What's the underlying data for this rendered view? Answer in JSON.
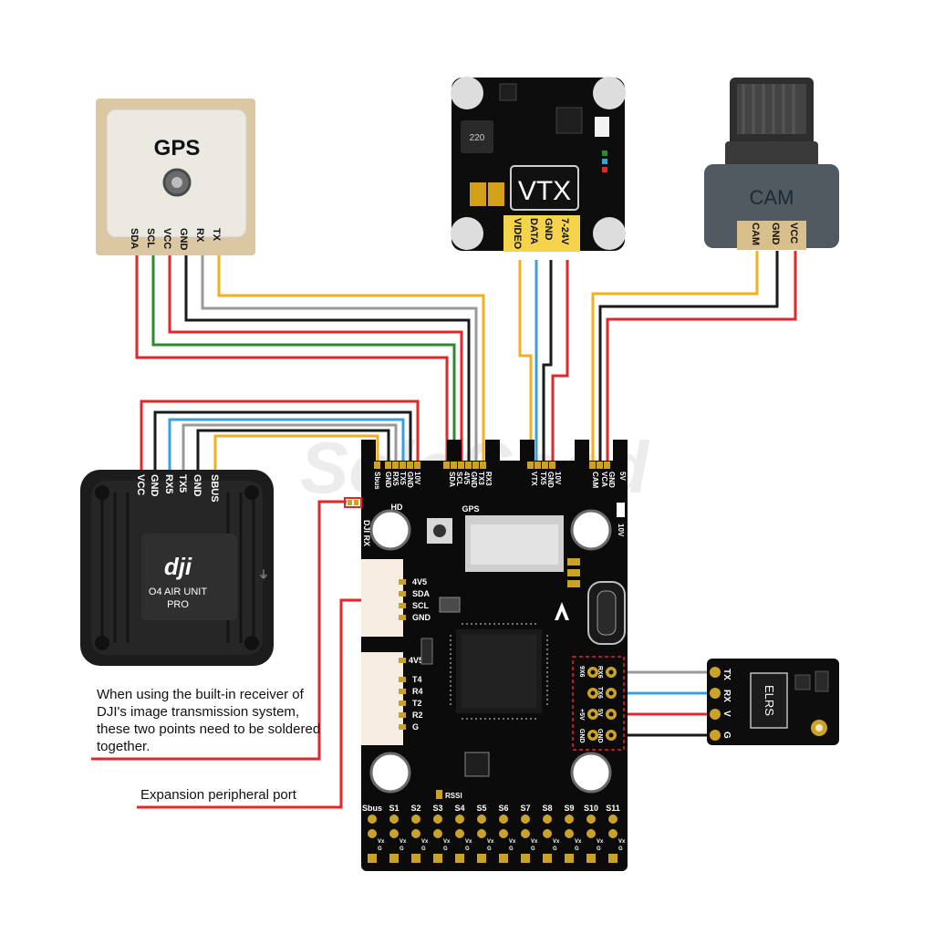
{
  "watermark": "SoloGood",
  "gps": {
    "title": "GPS",
    "pins": [
      "SDA",
      "SCL",
      "VCC",
      "GND",
      "RX",
      "TX"
    ]
  },
  "vtx": {
    "title": "VTX",
    "chip": "220",
    "pins": [
      "VIDEO",
      "DATA",
      "GND",
      "7-24V"
    ]
  },
  "cam": {
    "title": "CAM",
    "pins": [
      "CAM",
      "GND",
      "VCC"
    ]
  },
  "dji": {
    "logo": "dji",
    "model_line1": "O4 AIR UNIT",
    "model_line2": "PRO",
    "pins": [
      "VCC",
      "GND",
      "RX5",
      "TX5",
      "GND",
      "SBUS"
    ]
  },
  "elrs": {
    "title": "ELRS",
    "pins": [
      "TX",
      "RX",
      "V",
      "G"
    ]
  },
  "fc": {
    "hd_pins": [
      "10V",
      "GND",
      "TX5",
      "RX5",
      "GND",
      "Sbus"
    ],
    "hd_label": "HD",
    "gps_pins": [
      "RX3",
      "TX3",
      "GND",
      "4V5",
      "SCL",
      "SDA"
    ],
    "gps_label": "GPS",
    "vtx_pins": [
      "10V",
      "GND",
      "TX5",
      "VTX"
    ],
    "cam_pins": [
      "5V",
      "GND",
      "VCA",
      "CAM"
    ],
    "dji_rx": "DJI RX",
    "i2c_pins": [
      "4V5",
      "SDA",
      "SCL",
      "GND"
    ],
    "aux_pins": [
      "4V5",
      "T4",
      "R4",
      "T2",
      "R2",
      "G"
    ],
    "rx_pins": [
      "RX6",
      "TX6",
      "5V",
      "GND"
    ],
    "rx_pins_b": [
      "9X6",
      "+5V",
      "GND"
    ],
    "v10": "10V",
    "rssi": "RSSI",
    "motor_headers": [
      "Sbus",
      "S1",
      "S2",
      "S3",
      "S4",
      "S5",
      "S6",
      "S7",
      "S8",
      "S9",
      "S10",
      "S11"
    ],
    "motor_rows": [
      "4V5",
      "Vx",
      "G"
    ]
  },
  "notes": {
    "bridge_note": "When using the built-in receiver of DJI's image transmission system, these two points need to be soldered together.",
    "expansion_note": "Expansion peripheral port"
  },
  "colors": {
    "red": "#e4262a",
    "black": "#1a1a1a",
    "green": "#2b8a2b",
    "gray": "#9a9a9a",
    "yellow": "#f2b01e",
    "blue": "#3aa0dc",
    "board": "#0b0b0b",
    "gold": "#c9a227"
  }
}
